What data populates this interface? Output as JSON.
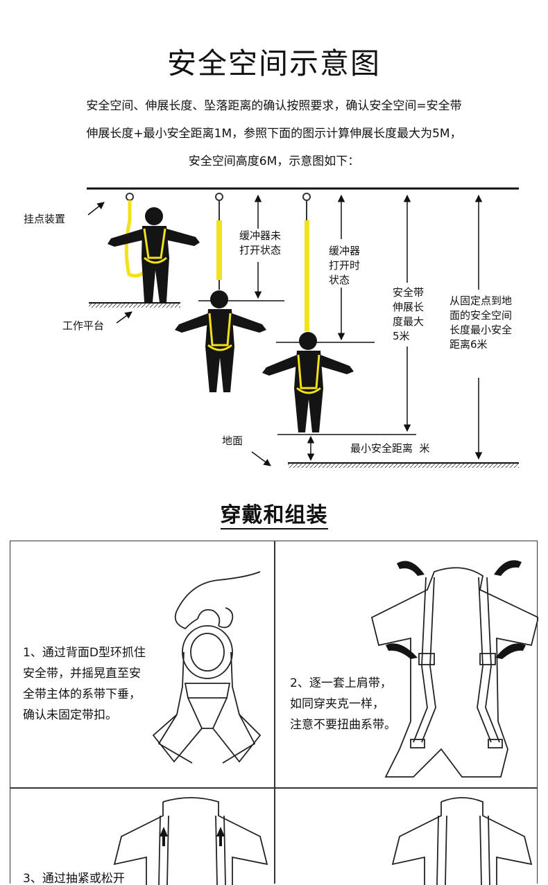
{
  "title": "安全空间示意图",
  "intro": [
    "安全空间、伸展长度、坠落距离的确认按照要求，确认安全空间=安全带",
    "伸展长度+最小安全距离1M，参照下面的图示计算伸展长度最大为5M，",
    "安全空间高度6M，示意图如下："
  ],
  "diagram": {
    "anchor": "挂点装置",
    "platform": "工作平台",
    "ground": "地面",
    "buffer_closed": [
      "缓冲器未",
      "打开状态"
    ],
    "buffer_open": [
      "缓冲器",
      "打开时",
      "状态"
    ],
    "extension": [
      "安全带",
      "伸展长",
      "度最大",
      "5米"
    ],
    "clearance": [
      "从固定点到地",
      "面的安全空间",
      "长度最小安全",
      "距离6米"
    ],
    "min_safe": "最小安全距离  米",
    "colors": {
      "lanyard": "#f3e21a",
      "figure": "#141414"
    }
  },
  "section2_title": "穿戴和组装",
  "steps": [
    {
      "lines": [
        "1、通过背面D型环抓住",
        "安全带，并摇晃直至安",
        "全带主体的系带下垂，",
        "确认未固定带扣。"
      ]
    },
    {
      "lines": [
        "2、逐一套上肩带，",
        "如同穿夹克一样，",
        "注意不要扭曲系带。"
      ]
    },
    {
      "lines": [
        "3、通过抽紧或松开"
      ]
    }
  ]
}
